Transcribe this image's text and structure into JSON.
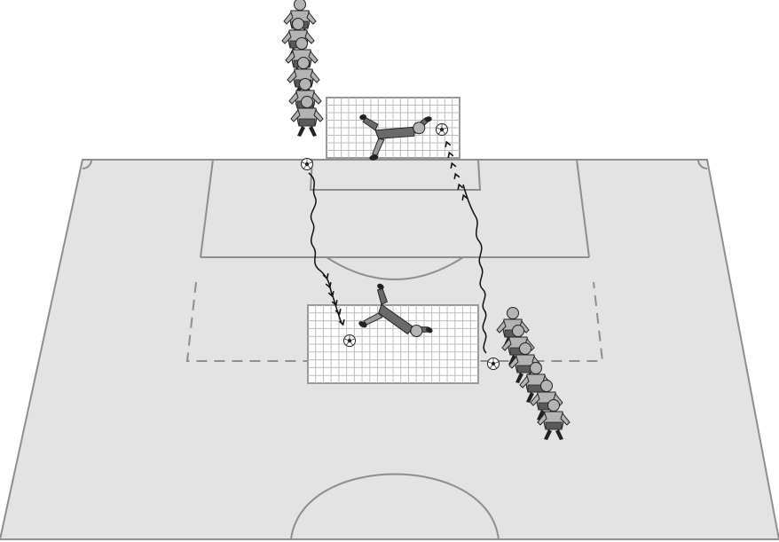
{
  "colors": {
    "pitch": "#e3e3e3",
    "line": "#8e8e8e",
    "net": "#bdbdbd",
    "player_light": "#b4b4b4",
    "player_mid": "#9a9a9a",
    "keeper_dark": "#6a6a6a",
    "shorts": "#5a5a5a",
    "outline": "#222222",
    "ball_path": "#111111"
  },
  "elements": {
    "pitch": "pitch-surface",
    "goals": [
      "far-goal",
      "near-goal"
    ],
    "player_groups": [
      "player-column-top",
      "player-column-right"
    ],
    "goalkeepers": [
      "goalkeeper-far",
      "goalkeeper-near"
    ],
    "ball_paths": [
      "ball-path-left",
      "ball-path-right"
    ],
    "balls": [
      "ball-top-left",
      "ball-far-goal",
      "ball-near-goal",
      "ball-right"
    ]
  },
  "icons": {
    "player": "player-icon",
    "goalkeeper": "goalkeeper-icon",
    "ball": "soccer-ball-icon",
    "arrow": "arrow-icon"
  }
}
